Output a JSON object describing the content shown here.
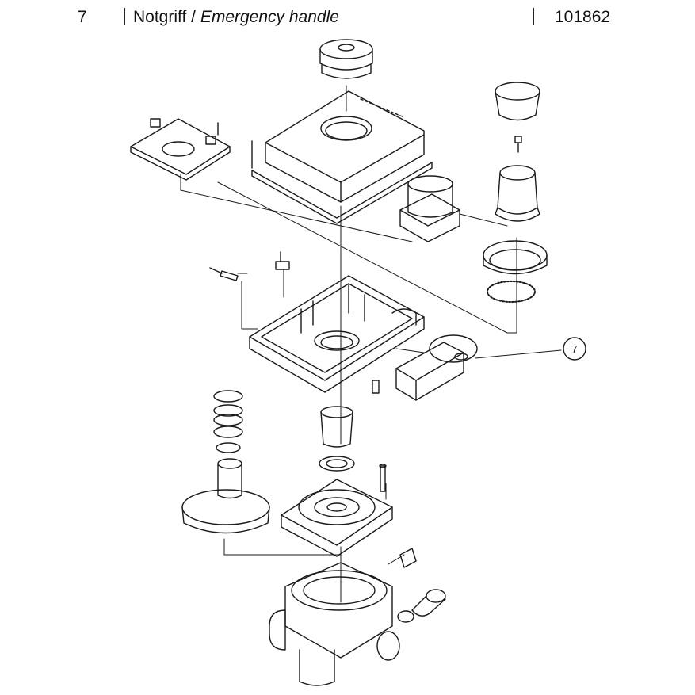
{
  "header": {
    "page_number": "7",
    "title_de": "Notgriff",
    "title_separator": " / ",
    "title_en": "Emergency handle",
    "part_number": "101862"
  },
  "drawing": {
    "callouts": [
      {
        "label": "7"
      }
    ]
  }
}
